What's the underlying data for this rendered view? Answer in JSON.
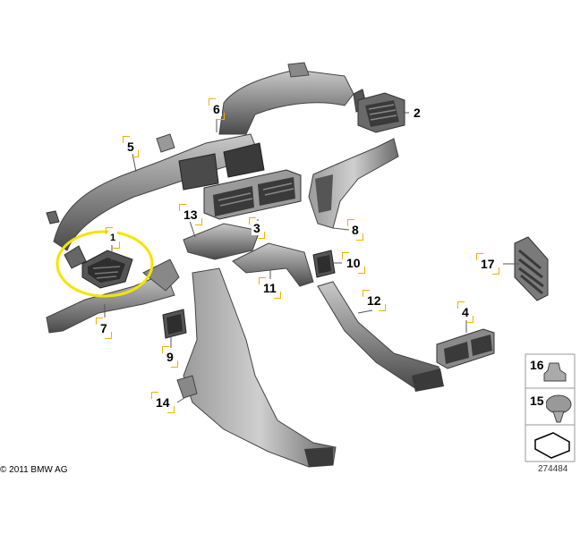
{
  "callouts": {
    "c2": "2",
    "c3": "3",
    "c4": "4",
    "c5": "5",
    "c6": "6",
    "c7": "7",
    "c8": "8",
    "c9": "9",
    "c10": "10",
    "c11": "11",
    "c12": "12",
    "c13": "13",
    "c14": "14",
    "c15": "15",
    "c16": "16",
    "c17": "17",
    "c1": "1"
  },
  "copyright": "© 2011 BMW AG",
  "reference": "274484",
  "colors": {
    "highlight": "#f5e400",
    "part_dark": "#3a3a3a",
    "part_mid": "#7a7a7a",
    "part_light": "#b5b5b5",
    "leader": "#555555"
  }
}
